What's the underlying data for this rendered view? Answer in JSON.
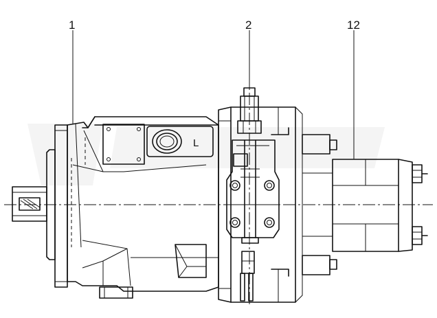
{
  "callouts": [
    {
      "label": "1"
    },
    {
      "label": "2"
    },
    {
      "label": "12"
    }
  ],
  "port_marking": "L",
  "colors": {
    "line": "#111111",
    "background": "#ffffff",
    "watermark": "#f2f2f2"
  }
}
